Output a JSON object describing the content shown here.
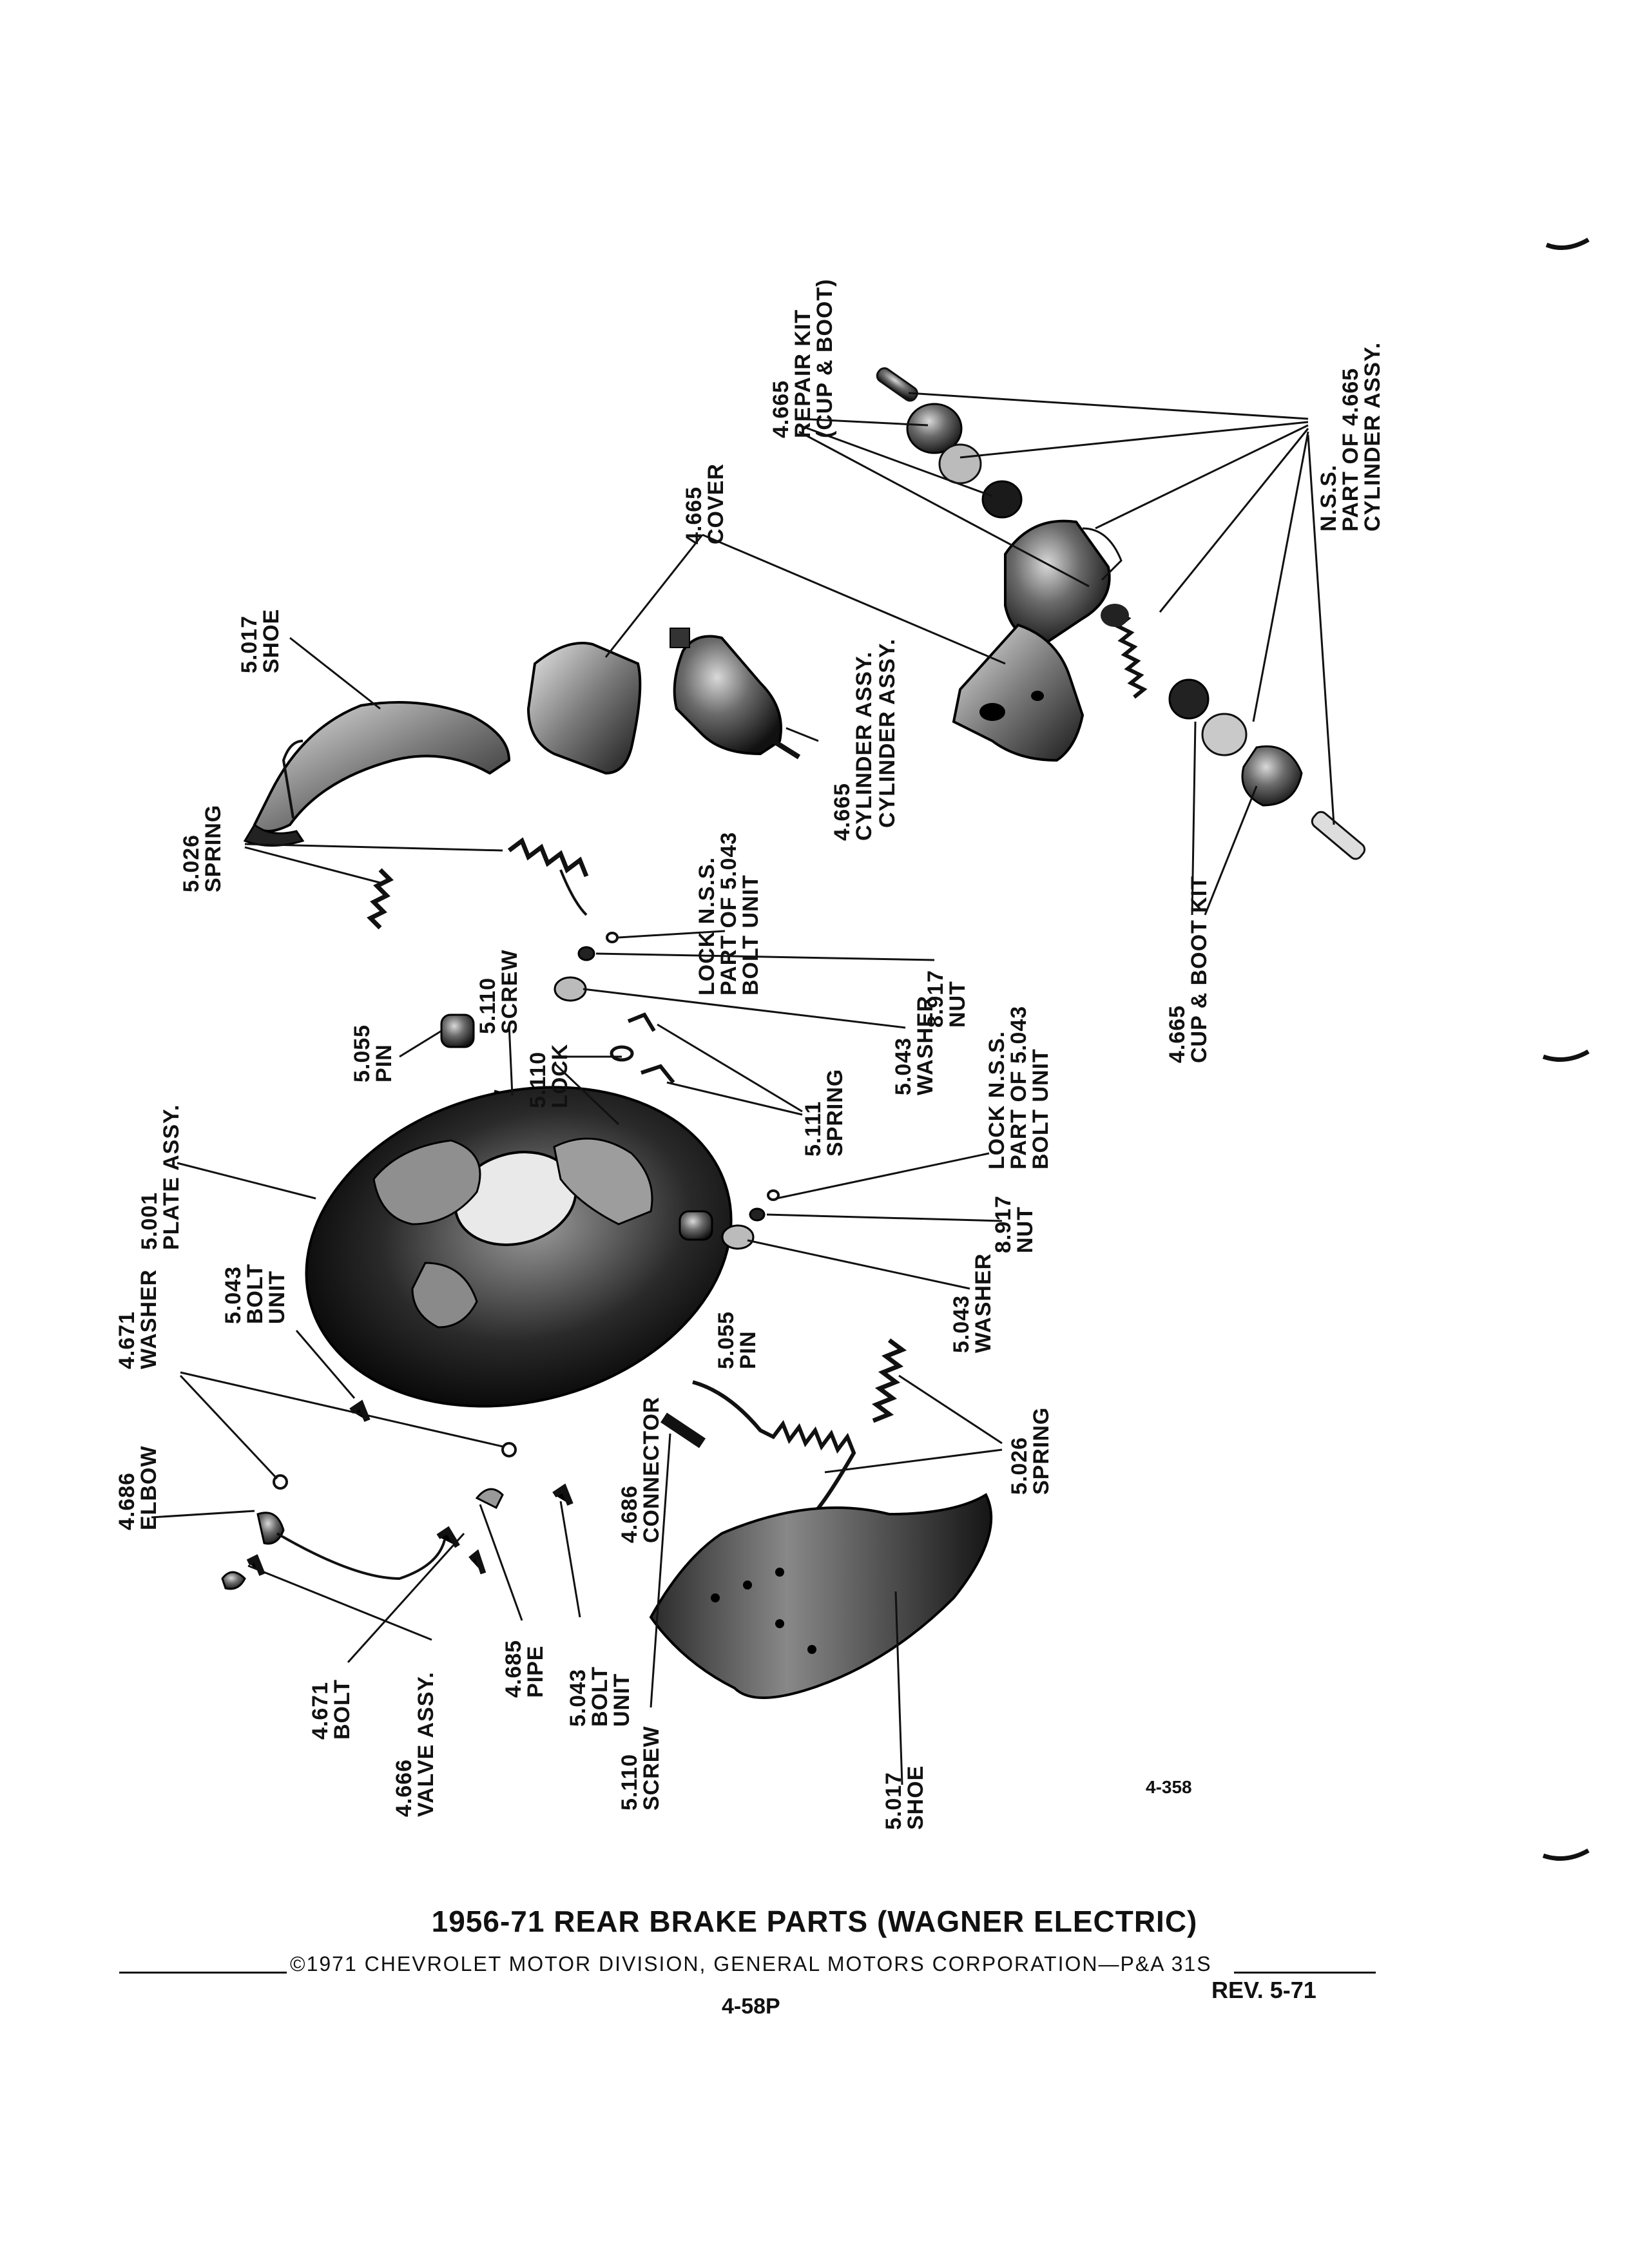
{
  "figure_number": "4-358",
  "caption": {
    "title": "1956-71 REAR BRAKE PARTS (WAGNER ELECTRIC)",
    "copyright": "©1971 CHEVROLET MOTOR DIVISION, GENERAL MOTORS CORPORATION—P&A 31S",
    "page": "4-58P",
    "revision": "REV. 5-71"
  },
  "callouts": {
    "repair_kit": "4.665\nREPAIR KIT\n(CUP & BOOT)",
    "nss_cylinder": "N.S.S.\nPART OF 4.665\nCYLINDER ASSY.",
    "cover": "4.665\nCOVER",
    "cylinder_assy_a": "CYLINDER ASSY.",
    "cylinder_assy_b": "4.665\nCYLINDER ASSY.",
    "shoe_top": "5.017\nSHOE",
    "spring_top": "5.026\nSPRING",
    "lock_nss_top": "LOCK N.S.S.\nPART OF 5.043\nBOLT UNIT",
    "nut_top": "8.917\nNUT",
    "washer_top": "5.043\nWASHER",
    "screw_top": "5.110\nSCREW",
    "lock_5110": "5.110\nLOCK",
    "pin_top": "5.055\nPIN",
    "spring_5111": "5.111\nSPRING",
    "cup_boot_kit": "4.665\nCUP & BOOT KIT",
    "plate_assy": "5.001\nPLATE ASSY.",
    "lock_nss_mid": "LOCK N.S.S.\nPART OF 5.043\nBOLT UNIT",
    "nut_mid": "8.917\nNUT",
    "washer_mid": "5.043\nWASHER",
    "pin_mid": "5.055\nPIN",
    "bolt_unit_left": "5.043\nBOLT\nUNIT",
    "washer_4671": "4.671\nWASHER",
    "elbow": "4.686\nELBOW",
    "spring_bottom": "5.026\nSPRING",
    "connector": "4.686\nCONNECTOR",
    "bolt_unit_bottom": "5.043\nBOLT\nUNIT",
    "pipe": "4.685\nPIPE",
    "bolt_4671": "4.671\nBOLT",
    "valve_assy": "4.666\nVALVE ASSY.",
    "screw_bottom": "5.110\nSCREW",
    "shoe_bottom": "5.017\nSHOE"
  }
}
